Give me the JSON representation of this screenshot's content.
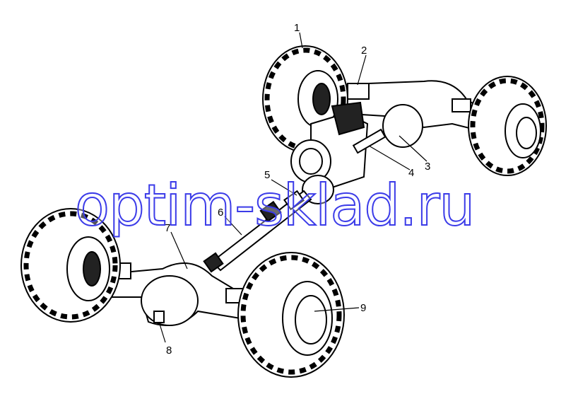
{
  "callouts": [
    "1",
    "2",
    "3",
    "4",
    "5",
    "6",
    "7",
    "8",
    "9"
  ],
  "watermark": "optim-sklad.ru",
  "colors": {
    "line": "#000000",
    "watermark": "#3b3be8"
  }
}
